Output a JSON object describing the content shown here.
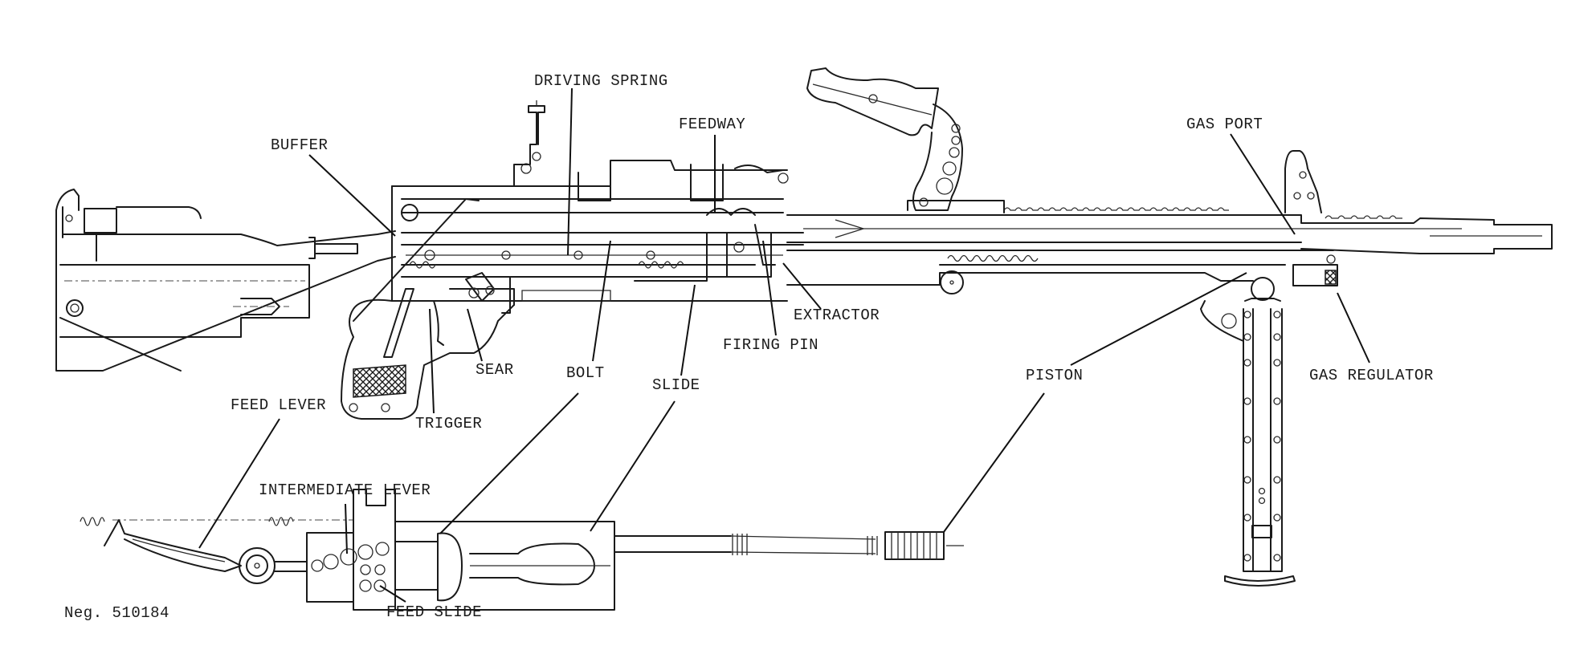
{
  "figure": {
    "negative_number": "Neg. 510184",
    "ink_color": "#1a1a1a",
    "background_color": "#ffffff"
  },
  "labels": {
    "driving_spring": "DRIVING SPRING",
    "buffer": "BUFFER",
    "feedway": "FEEDWAY",
    "gas_port": "GAS PORT",
    "extractor": "EXTRACTOR",
    "firing_pin": "FIRING PIN",
    "piston": "PISTON",
    "gas_regulator": "GAS REGULATOR",
    "sear": "SEAR",
    "bolt": "BOLT",
    "slide": "SLIDE",
    "feed_lever": "FEED LEVER",
    "trigger": "TRIGGER",
    "intermediate_lever": "INTERMEDIATE LEVER",
    "feed_slide": "FEED SLIDE"
  }
}
